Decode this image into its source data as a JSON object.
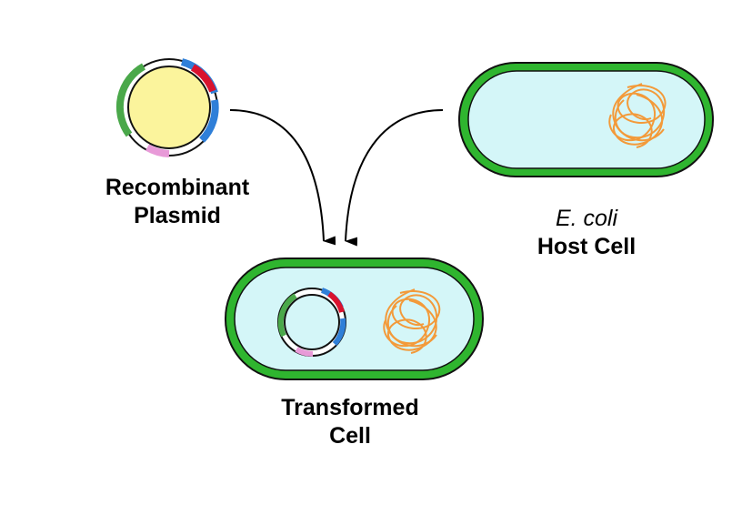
{
  "labels": {
    "plasmid_line1": "Recombinant",
    "plasmid_line2": "Plasmid",
    "host_line1": "E. coli",
    "host_line2": "Host Cell",
    "transformed_line1": "Transformed",
    "transformed_line2": "Cell"
  },
  "colors": {
    "cell_wall": "#2fb52f",
    "cytoplasm": "#d4f6f8",
    "plasmid_fill": "#fbf49c",
    "plasmid_ring": "#ffffff",
    "segment_green": "#4aa84a",
    "segment_red": "#d9122e",
    "segment_blue": "#2f7fd8",
    "segment_pink": "#e89ad8",
    "dna": "#f39a3a",
    "arrow": "#000000"
  },
  "icons": [
    "recombinant-plasmid-icon",
    "host-cell-icon",
    "transformed-cell-icon",
    "chromosome-icon",
    "arrow-icon"
  ]
}
